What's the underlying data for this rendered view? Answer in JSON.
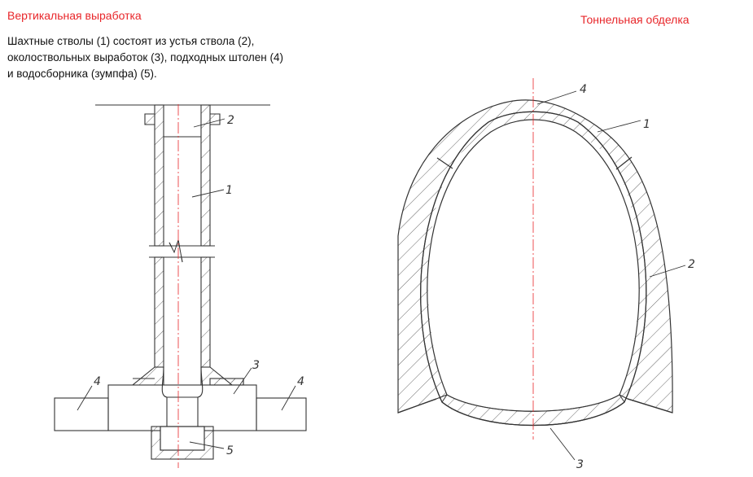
{
  "left": {
    "title": "Вертикальная выработка",
    "description_lines": [
      "Шахтные стволы (1) состоят из устья ствола (2),",
      "околоствольных выработок (3), подходных штолен (4)",
      "и водосборника (зумпфа) (5)."
    ],
    "labels": {
      "shaft": "1",
      "collar": "2",
      "station": "3",
      "adit_left": "4",
      "adit_right": "4",
      "sump": "5"
    }
  },
  "right": {
    "title": "Тоннельная обделка",
    "labels": {
      "lining": "1",
      "wall": "2",
      "invert": "3",
      "crown": "4"
    }
  },
  "colors": {
    "title": "#e8262a",
    "line": "#333333",
    "axis": "#e8262a"
  }
}
